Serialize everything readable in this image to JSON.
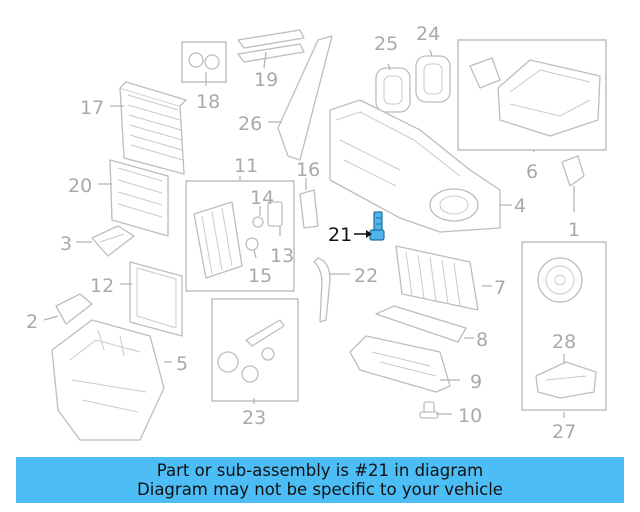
{
  "diagram": {
    "highlighted_part": "21",
    "callouts": [
      "1",
      "2",
      "3",
      "4",
      "5",
      "6",
      "7",
      "8",
      "9",
      "10",
      "11",
      "12",
      "13",
      "14",
      "15",
      "16",
      "17",
      "18",
      "19",
      "20",
      "21",
      "22",
      "23",
      "24",
      "25",
      "26",
      "27",
      "28"
    ]
  },
  "banner": {
    "line1": "Part or sub-assembly is #21 in diagram",
    "line2": "Diagram may not be specific to your vehicle"
  },
  "colors": {
    "banner": "#4dbdf5",
    "highlight": "#4fb5ea",
    "line": "#bdbdbd"
  }
}
